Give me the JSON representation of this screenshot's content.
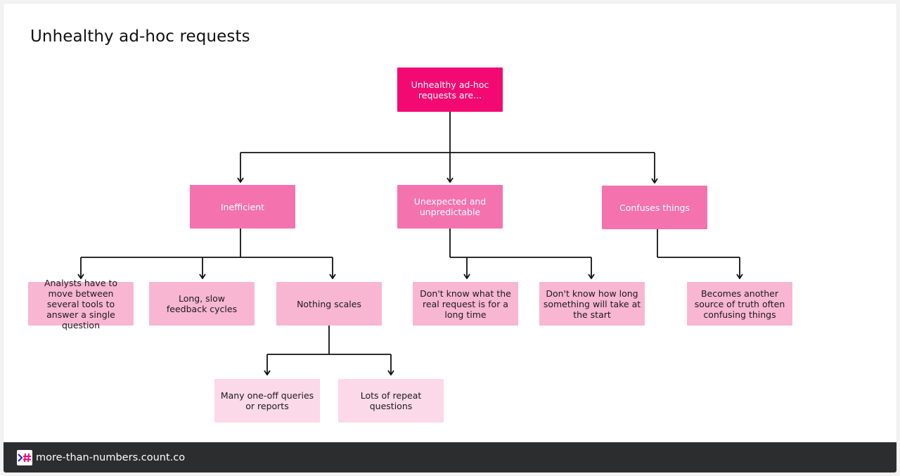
{
  "page": {
    "title": "Unhealthy ad-hoc requests"
  },
  "diagram": {
    "root": "Unhealthy ad-hoc requests are...",
    "categories": [
      {
        "label": "Inefficient",
        "items": [
          "Analysts have to move between several tools to answer a single question",
          "Long, slow feedback cycles",
          "Nothing scales"
        ],
        "sub_items": [
          "Many one-off queries or reports",
          "Lots of repeat questions"
        ]
      },
      {
        "label": "Unexpected and unpredictable",
        "items": [
          "Don't know what the real request is for a long time",
          "Don't know how long something will take at the start"
        ]
      },
      {
        "label": "Confuses things",
        "items": [
          "Becomes another source of truth often confusing things"
        ]
      }
    ]
  },
  "footer": {
    "site": "more-than-numbers.count.co"
  },
  "colors": {
    "root": "#f20a72",
    "level1": "#f472ae",
    "level2": "#f8b6d3",
    "level3": "#fbd9e8",
    "footer_bg": "#2b2d2f"
  }
}
